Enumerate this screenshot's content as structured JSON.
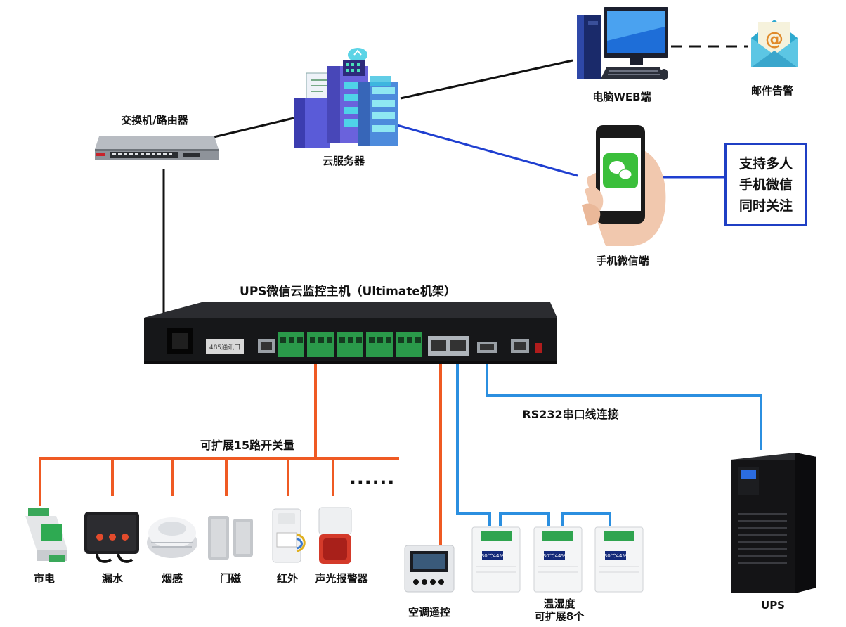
{
  "title": "UPS微信云监控主机（Ultimate机架）",
  "nodes": {
    "switch": "交换机/路由器",
    "cloud": "云服务器",
    "pc": "电脑WEB端",
    "email": "邮件告警",
    "phone": "手机微信端",
    "ups": "UPS",
    "aircon": "空调遥控",
    "th_line1": "温湿度",
    "th_line2": "可扩展8个"
  },
  "note_lines": [
    "支持多人",
    "手机微信",
    "同时关注"
  ],
  "bus_labels": {
    "switch_bus": "可扩展15路开关量",
    "rs232": "RS232串口线连接",
    "dots": "······"
  },
  "sensors": [
    "市电",
    "漏水",
    "烟感",
    "门磁",
    "红外",
    "声光报警器"
  ],
  "device_text": {
    "port_485": "485通讯口",
    "th_display": "30℃44%"
  },
  "colors": {
    "black_wire": "#111111",
    "blue_wire": "#1f3fd0",
    "orange_wire": "#ef5a23",
    "sky_wire": "#2b8fe0"
  }
}
